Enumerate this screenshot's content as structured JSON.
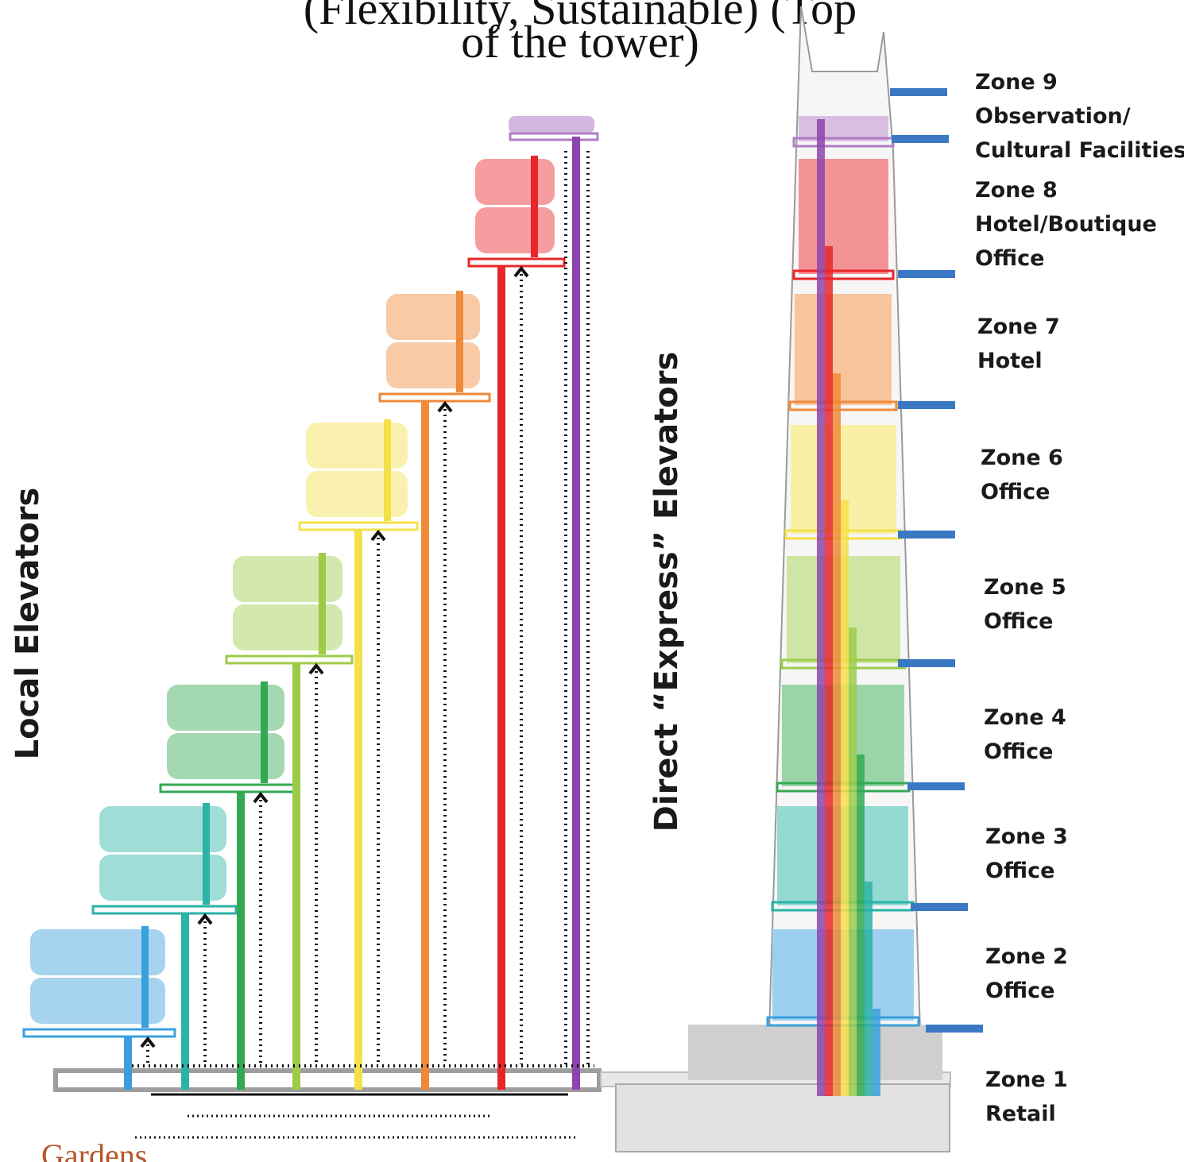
{
  "caption": {
    "line1": "(Flexibility, Sustainable) (Top",
    "line2": "of the tower)",
    "bottom_fragment": "Gardens"
  },
  "labels": {
    "local_elevators": "Local Elevators",
    "express_elevators": "Direct “Express” Elevators"
  },
  "zones": [
    {
      "lines": [
        "Zone 9",
        "Observation/",
        "Cultural Facilities"
      ],
      "color": "#b07cc6"
    },
    {
      "lines": [
        "Zone 8",
        "Hotel/Boutique",
        "Office"
      ],
      "color": "#e8262a"
    },
    {
      "lines": [
        "Zone 7",
        "Hotel"
      ],
      "color": "#f08a3a"
    },
    {
      "lines": [
        "Zone 6",
        "Office"
      ],
      "color": "#f4e04a"
    },
    {
      "lines": [
        "Zone 5",
        "Office"
      ],
      "color": "#9ccb48"
    },
    {
      "lines": [
        "Zone 4",
        "Office"
      ],
      "color": "#34a853"
    },
    {
      "lines": [
        "Zone 3",
        "Office"
      ],
      "color": "#2ab3a6"
    },
    {
      "lines": [
        "Zone 2",
        "Office"
      ],
      "color": "#3aa0dc"
    },
    {
      "lines": [
        "Zone 1",
        "Retail"
      ],
      "color": "#9a9a9a"
    }
  ],
  "colors": {
    "zone_marker": "#3b78c4",
    "text": "#1a1a1a",
    "caption_fragment": "#b5562a"
  }
}
